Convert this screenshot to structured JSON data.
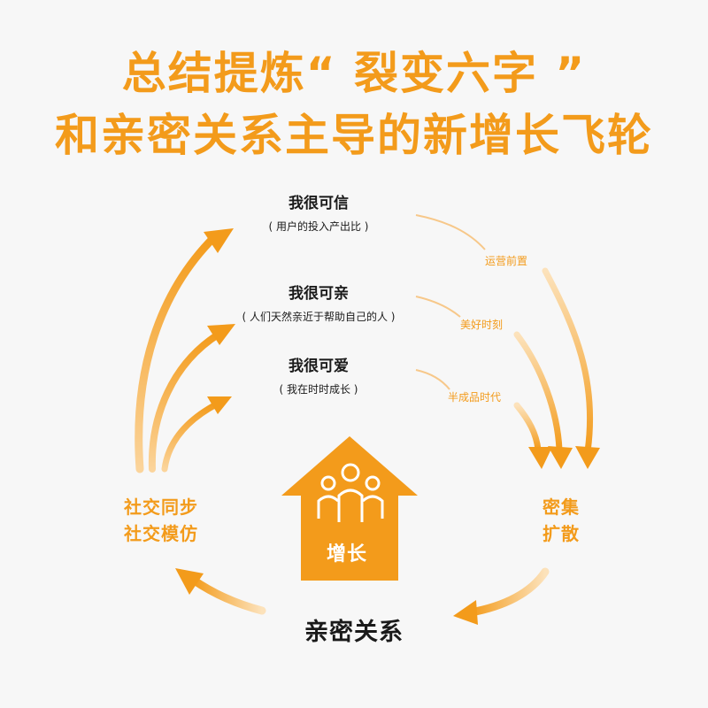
{
  "title": {
    "line1": "总结提炼“ 裂变六字 ”",
    "line2": "和亲密关系主导的新增长飞轮"
  },
  "levels": [
    {
      "main": "我很可信",
      "sub": "( 用户的投入产出比 )",
      "side": "运营前置"
    },
    {
      "main": "我很可亲",
      "sub": "( 人们天然亲近于帮助自己的人 )",
      "side": "美好时刻"
    },
    {
      "main": "我很可爱",
      "sub": "( 我在时时成长 )",
      "side": "半成品时代"
    }
  ],
  "left_label": [
    "社交同步",
    "社交模仿"
  ],
  "right_label": [
    "密集",
    "扩散"
  ],
  "bottom_label": "亲密关系",
  "house": {
    "label": "增长",
    "icon": "people-group-icon"
  },
  "colors": {
    "accent": "#f39b1b",
    "text": "#1a1a1a",
    "background": "#f7f7f7"
  }
}
